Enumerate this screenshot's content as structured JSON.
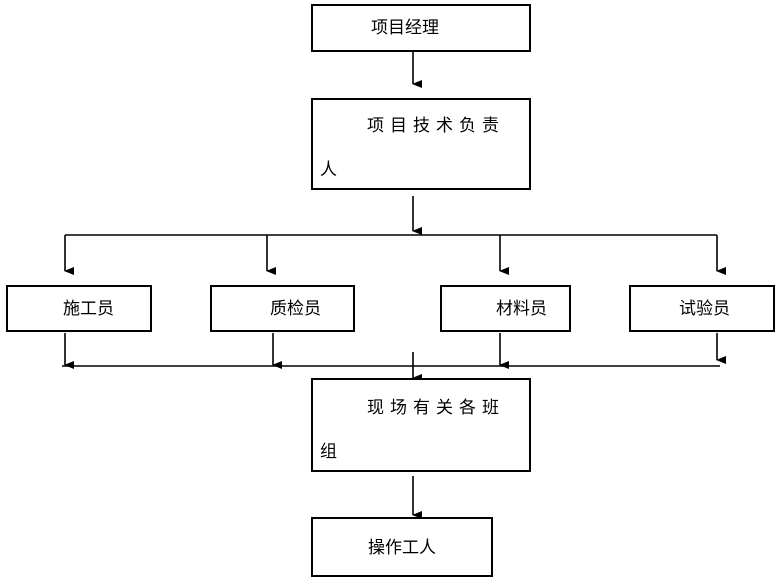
{
  "nodes": {
    "project_manager": {
      "label": "项目经理"
    },
    "tech_lead": {
      "line1": "项目技术负责",
      "line2": "人"
    },
    "constructor": {
      "label": "施工员"
    },
    "quality_inspector": {
      "label": "质检员"
    },
    "materials_clerk": {
      "label": "材料员"
    },
    "tester": {
      "label": "试验员"
    },
    "site_teams": {
      "line1": "现场有关各班",
      "line2": "组"
    },
    "workers": {
      "label": "操作工人"
    }
  }
}
